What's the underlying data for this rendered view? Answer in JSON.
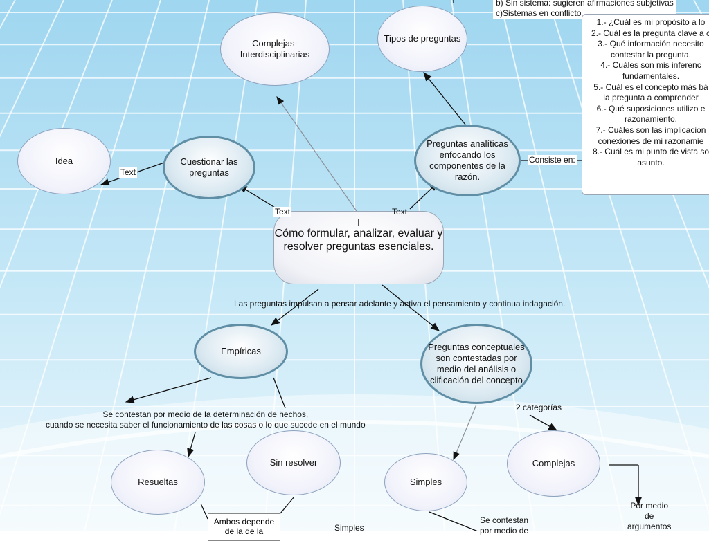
{
  "topright": {
    "line1": "b) Sin sistema: sugieren afirmaciones subjetivas",
    "line2": "c)Sistemas en conflicto"
  },
  "nodes": {
    "complejas_inter": "Complejas-\nInterdisciplinarias",
    "tipos": "Tipos de preguntas",
    "idea": "Idea",
    "cuestionar": "Cuestionar las\npreguntas",
    "analiticas": "Preguntas analíticas\nenfocando los\ncomponentes de la\nrazón.",
    "empiricas": "Empíricas",
    "conceptuales": "Preguntas conceptuales\nson contestadas por\nmedio del análisis o\nclificación del concepto",
    "resueltas": "Resueltas",
    "sin_resolver": "Sin resolver",
    "simples": "Simples",
    "complejas": "Complejas"
  },
  "center": {
    "cursor": "I",
    "title": "Cómo formular, analizar, evaluar y\nresolver preguntas esenciales."
  },
  "labels": {
    "text_idea": "Text",
    "text_cuestionar": "Text",
    "text_analiticas": "Text",
    "consiste": "Consiste en:",
    "impulsan": "Las preguntas impulsan a pensar adelante y activa el pensamiento y continua indagación.",
    "contestan_hechos": "Se contestan por medio de la determinación de hechos,\ncuando se necesita saber el funcionamiento de las cosas o lo que sucede en el mundo",
    "dos_categorias": "2 categorías",
    "ambos": "Ambos depende\nde la de la",
    "simples_bottom": "Simples",
    "se_contestan": "Se contestan\npor medio de",
    "por_medio": "Por medio\nde\nargumentos"
  },
  "questions": [
    "1.- ¿Cuál es mi propósito a lo",
    "2.- Cuál es la pregunta clave a c",
    "3.- Qué información necesito",
    "contestar la pregunta.",
    "4.- Cuáles son mis inferenc",
    "fundamentales.",
    "5.- Cuál es el concepto más bá",
    "la pregunta a comprender",
    "6.- Qué suposiciones utilizo e",
    "razonamiento.",
    "7.- Cuáles son las implicacion",
    "conexiones de mi razonamie",
    "8.- Cuál es mi punto de vista so",
    "asunto."
  ],
  "colors": {
    "bg_top": "#a9dcf3",
    "bg_bottom": "#e9f6fc",
    "grid": "#ffffff",
    "teal_border": "#5f8ea5",
    "node_border": "#8da2bd"
  }
}
